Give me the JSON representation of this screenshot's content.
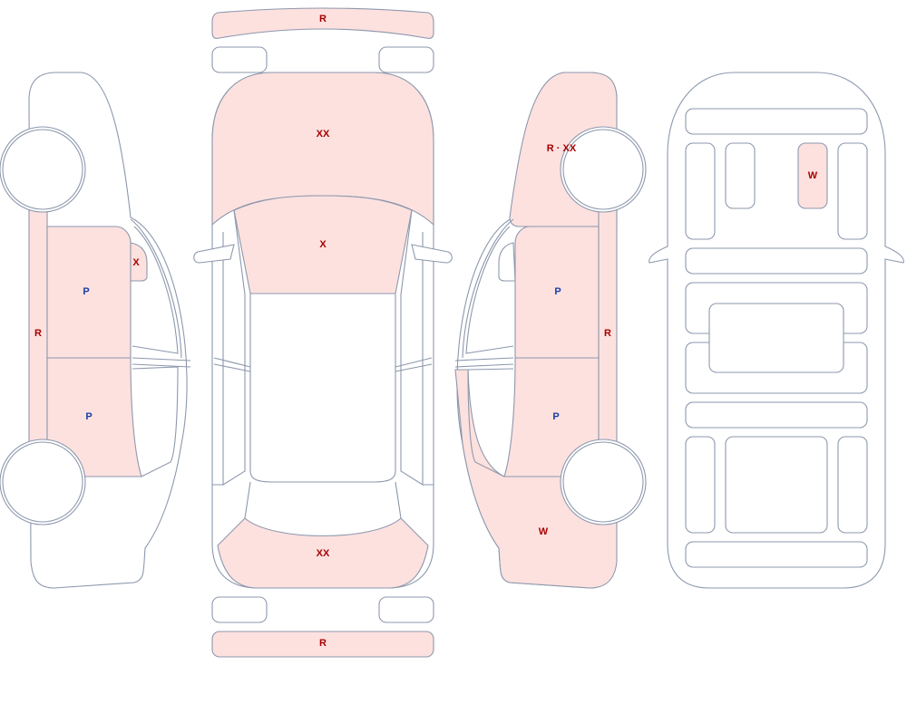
{
  "colors": {
    "damaged_fill": "#fde1df",
    "outline": "#8d98ad",
    "background": "#ffffff",
    "red_code": "#a60000",
    "blue_code": "#1a3fa8"
  },
  "views": {
    "left_side": {
      "codes": {
        "rocker_panel": "R",
        "mirror": "X",
        "front_door": "P",
        "rear_door": "P"
      }
    },
    "top": {
      "codes": {
        "front_bumper": "R",
        "hood": "XX",
        "windshield": "X",
        "trunk_lid": "XX",
        "rear_bumper": "R"
      }
    },
    "right_side": {
      "codes": {
        "front_fender": "R · XX",
        "front_door": "P",
        "rear_door": "P",
        "rocker_panel": "R",
        "rear_quarter_panel": "W"
      }
    },
    "interior": {
      "codes": {
        "front_panel_3": "W"
      }
    }
  }
}
